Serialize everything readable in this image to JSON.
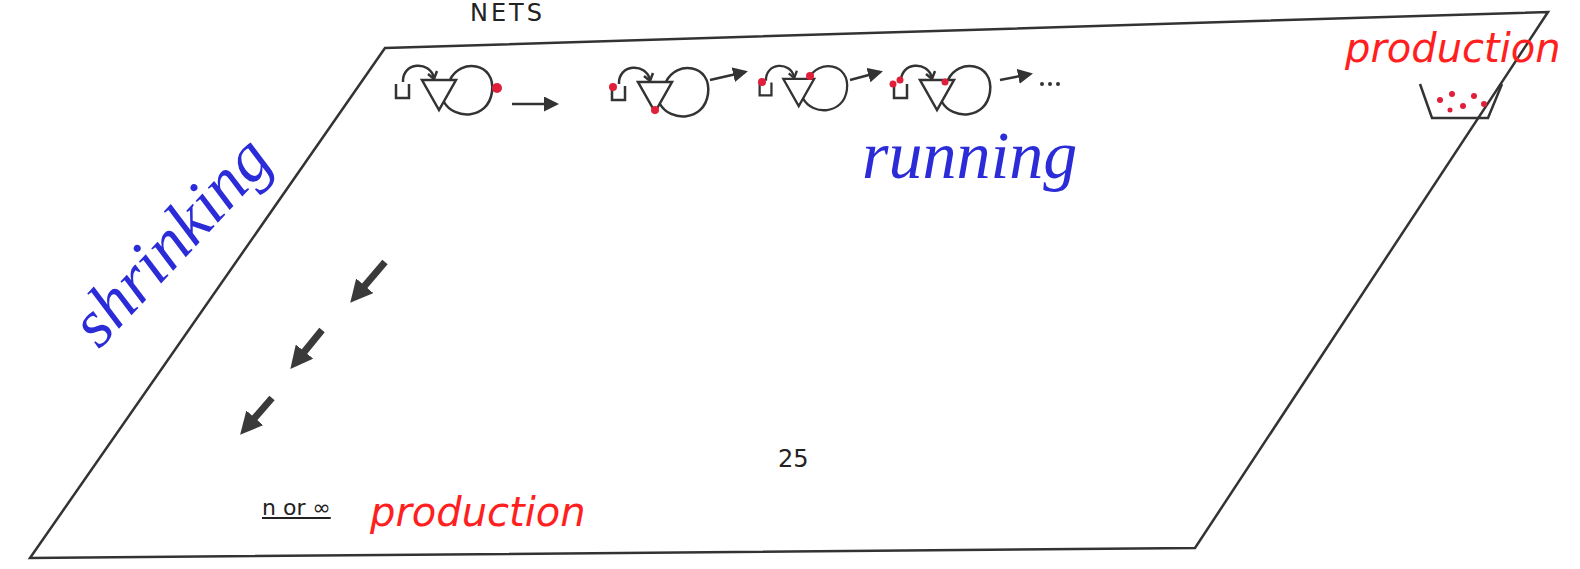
{
  "diagram": {
    "labels": [
      "NETS",
      "production",
      "running",
      "shrinking",
      "n or ∞",
      "production",
      "25"
    ]
  }
}
